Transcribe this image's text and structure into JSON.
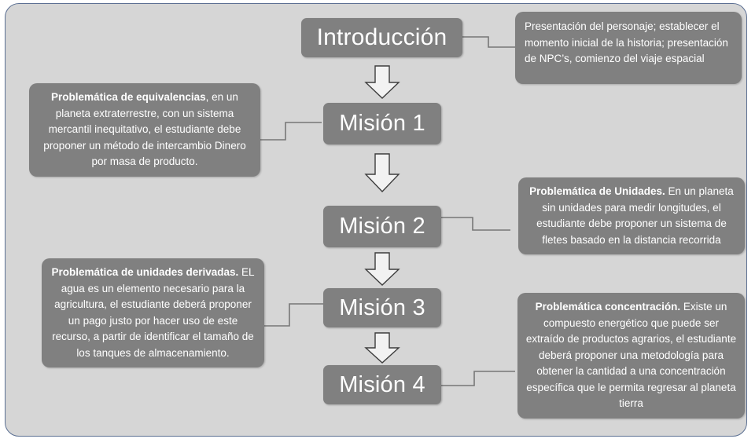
{
  "diagram": {
    "title_semantic": "mission-flow-diagram",
    "colors": {
      "frame_background": "#d6d6d6",
      "frame_border": "#5b6f92",
      "box_fill": "#808080",
      "box_text": "#ffffff",
      "arrow_fill": "#f2f2f2",
      "arrow_stroke": "#404040",
      "connector_stroke": "#777777"
    },
    "nodes": [
      {
        "id": "intro",
        "label": "Introducción"
      },
      {
        "id": "m1",
        "label": "Misión 1"
      },
      {
        "id": "m2",
        "label": "Misión 2"
      },
      {
        "id": "m3",
        "label": "Misión 3"
      },
      {
        "id": "m4",
        "label": "Misión 4"
      }
    ],
    "callouts": [
      {
        "id": "intro",
        "attached_to": "Introducción",
        "side": "right",
        "bold_lead": "",
        "text": "Presentación del personaje; establecer el momento inicial de la historia; presentación de NPC’s, comienzo del viaje espacial"
      },
      {
        "id": "m1",
        "attached_to": "Misión 1",
        "side": "left",
        "bold_lead": "Problemática de equivalencias",
        "text": ", en un planeta extraterrestre, con un sistema mercantil inequitativo, el estudiante debe proponer un método de intercambio Dinero por masa de producto."
      },
      {
        "id": "m2",
        "attached_to": "Misión 2",
        "side": "right",
        "bold_lead": "Problemática de  Unidades.",
        "text": " En un planeta sin unidades para medir longitudes, el estudiante debe proponer un sistema de fletes basado en la distancia recorrida"
      },
      {
        "id": "m3",
        "attached_to": "Misión 3",
        "side": "left",
        "bold_lead": "Problemática de  unidades derivadas.",
        "text": " EL agua es un elemento necesario para la agricultura, el estudiante deberá proponer un pago justo por hacer uso de este recurso, a partir de identificar el tamaño de los tanques de almacenamiento."
      },
      {
        "id": "m4",
        "attached_to": "Misión 4",
        "side": "right",
        "bold_lead": "Problemática concentración.",
        "text": " Existe un compuesto energético que puede ser extraído de productos agrarios, el estudiante deberá proponer una metodología para obtener la cantidad a una concentración específica que le permita regresar al planeta tierra"
      }
    ],
    "arrows": [
      {
        "id": "arrow-1",
        "from": "Introducción",
        "to": "Misión 1",
        "direction": "down"
      },
      {
        "id": "arrow-2",
        "from": "Misión 1",
        "to": "Misión 2",
        "direction": "down"
      },
      {
        "id": "arrow-3",
        "from": "Misión 2",
        "to": "Misión 3",
        "direction": "down"
      },
      {
        "id": "arrow-4",
        "from": "Misión 3",
        "to": "Misión 4",
        "direction": "down"
      }
    ]
  }
}
